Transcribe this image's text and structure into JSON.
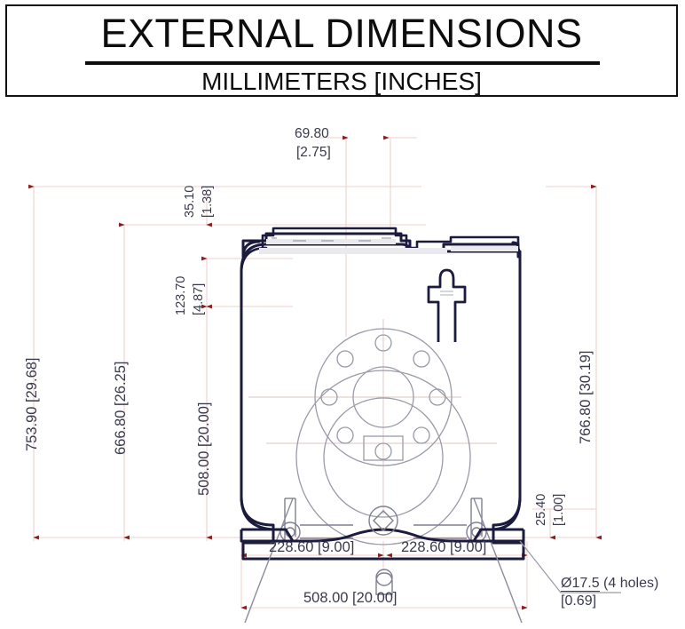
{
  "title": {
    "main": "EXTERNAL DIMENSIONS",
    "sub": "MILLIMETERS [INCHES]"
  },
  "colors": {
    "outline": "#1b1b3d",
    "hidden_line": "#8a8a95",
    "dimension_line": "#f0cfc9",
    "arrow": "#8b1a1a",
    "text": "#3a3a4e",
    "border": "#111111",
    "background": "#ffffff"
  },
  "dimensions": {
    "top_offset": {
      "mm": "69.80",
      "inch": "[2.75]"
    },
    "top_plate": {
      "mm": "35.10",
      "inch": "[1.38]"
    },
    "flange_height": {
      "mm": "123.70",
      "inch": "[4.87]"
    },
    "overall_height_left": {
      "mm": "753.90",
      "inch": "[29.68]",
      "combined": "753.90  [29.68]"
    },
    "body_height": {
      "mm": "666.80",
      "inch": "[26.25]",
      "combined": "666.80  [26.25]"
    },
    "centerline_height": {
      "mm": "508.00",
      "inch": "[20.00]",
      "combined": "508.00  [20.00]"
    },
    "overall_height_right": {
      "mm": "766.80",
      "inch": "[30.19]",
      "combined": "766.80  [30.19]"
    },
    "foot_height": {
      "mm": "25.40",
      "inch": "[1.00]"
    },
    "foot_span_left": {
      "combined": "228.60  [9.00]"
    },
    "foot_span_right": {
      "combined": "228.60  [9.00]"
    },
    "overall_width": {
      "combined": "508.00  [20.00]"
    }
  },
  "callouts": {
    "mounting_holes": {
      "diameter": "Ø17.5",
      "qty": "(4 holes)",
      "inch": "[0.69]"
    }
  },
  "drawing": {
    "view": "front-elevation",
    "subject": "pump-housing",
    "features": [
      "top-cover-plate",
      "relief-valve-stem",
      "bolt-flange-8-holes",
      "circular-inspection-cover",
      "clamp-handle-left",
      "clamp-handle-right",
      "support-leg-left",
      "support-leg-right",
      "base-foot-left",
      "base-foot-right",
      "drain-plug"
    ],
    "flange_bolt_count": 8,
    "mounting_hole_count": 4
  }
}
